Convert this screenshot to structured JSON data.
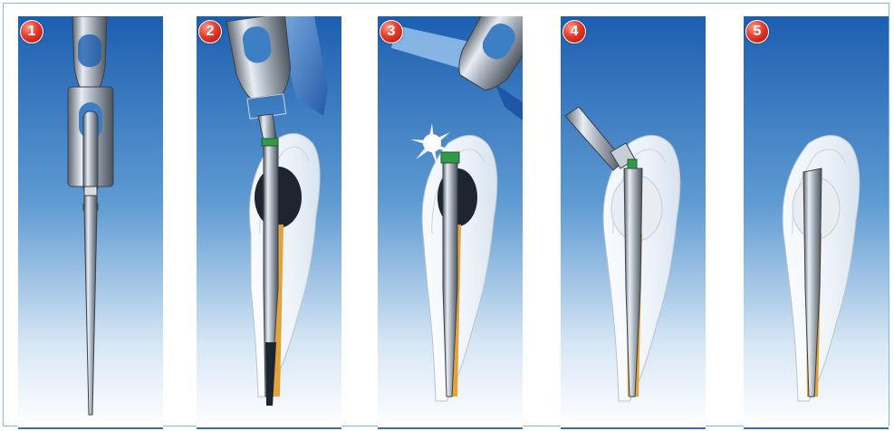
{
  "steps": [
    {
      "number": "1"
    },
    {
      "number": "2"
    },
    {
      "number": "3"
    },
    {
      "number": "4"
    },
    {
      "number": "5"
    }
  ],
  "colors": {
    "panel_top": "#1d5fb0",
    "panel_bottom": "#ffffff",
    "badge": "#e33b2b",
    "gutta_percha": "#e3a23a",
    "post_band": "#2f9a4a",
    "cement": "#1c2530"
  },
  "icons": [
    "post-insertion-tool",
    "endodontic-post",
    "tooth-section",
    "laser-beam",
    "spark-burst",
    "cutting-bur"
  ]
}
